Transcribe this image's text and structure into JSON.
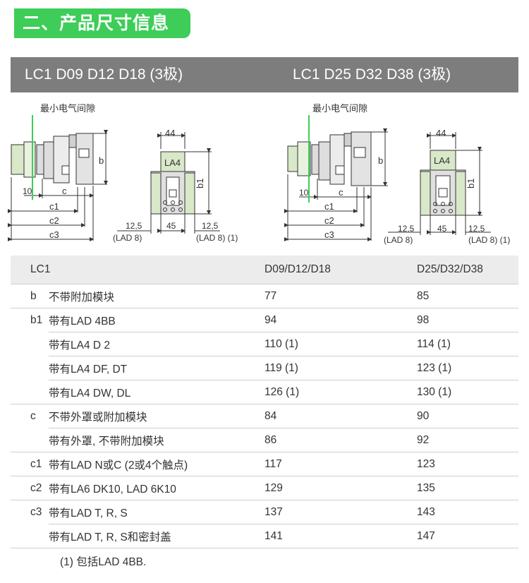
{
  "section_title": "二、产品尺寸信息",
  "headers": {
    "left": "LC1 D09 D12 D18 (3极)",
    "right": "LC1 D25 D32 D38 (3极)"
  },
  "diagram": {
    "left": {
      "min_gap": "最小电气间隙",
      "b": "b",
      "ten": "10",
      "c": "c",
      "c1": "c1",
      "c2": "c2",
      "c3": "c3",
      "w44": "44",
      "la4": "LA4",
      "b1": "b1",
      "d125a": "12,5",
      "d45": "45",
      "d125b": "12,5",
      "lad8a": "(LAD 8)",
      "lad8b": "(LAD 8) (1)"
    },
    "right": {
      "min_gap": "最小电气间隙",
      "b": "b",
      "ten": "10",
      "c": "c",
      "c1": "c1",
      "c2": "c2",
      "c3": "c3",
      "w44": "44",
      "la4": "LA4",
      "b1": "b1",
      "d125a": "12,5",
      "d45": "45",
      "d125b": "12,5",
      "lad8a": "(LAD 8)",
      "lad8b": "(LAD 8) (1)"
    }
  },
  "table": {
    "head": {
      "code": "LC1",
      "col1": "D09/D12/D18",
      "col2": "D25/D32/D38"
    },
    "rows": [
      {
        "code": "b",
        "desc": "不带附加模块",
        "v1": "77",
        "v2": "85"
      },
      {
        "code": "b1",
        "desc": "带有LAD 4BB",
        "v1": "94",
        "v2": "98"
      },
      {
        "code": "",
        "desc": "带有LA4 D 2",
        "v1": "110 (1)",
        "v2": "114 (1)"
      },
      {
        "code": "",
        "desc": "带有LA4 DF, DT",
        "v1": "119 (1)",
        "v2": "123 (1)"
      },
      {
        "code": "",
        "desc": "带有LA4 DW, DL",
        "v1": "126 (1)",
        "v2": "130 (1)"
      },
      {
        "code": "c",
        "desc": "不带外罩或附加模块",
        "v1": "84",
        "v2": "90"
      },
      {
        "code": "",
        "desc": "带有外罩, 不带附加模块",
        "v1": "86",
        "v2": "92"
      },
      {
        "code": "c1",
        "desc": "带有LAD N或C (2或4个触点)",
        "v1": "117",
        "v2": "123"
      },
      {
        "code": "c2",
        "desc": "带有LA6 DK10, LAD 6K10",
        "v1": "129",
        "v2": "135"
      },
      {
        "code": "c3",
        "desc": "带有LAD T, R, S",
        "v1": "137",
        "v2": "143"
      },
      {
        "code": "",
        "desc": "带有LAD T, R, S和密封盖",
        "v1": "141",
        "v2": "147"
      }
    ],
    "footnote": "(1) 包括LAD 4BB."
  },
  "colors": {
    "accent_green": "#3dcd58",
    "band_grey": "#7d7d7d",
    "header_row": "#ececec"
  }
}
